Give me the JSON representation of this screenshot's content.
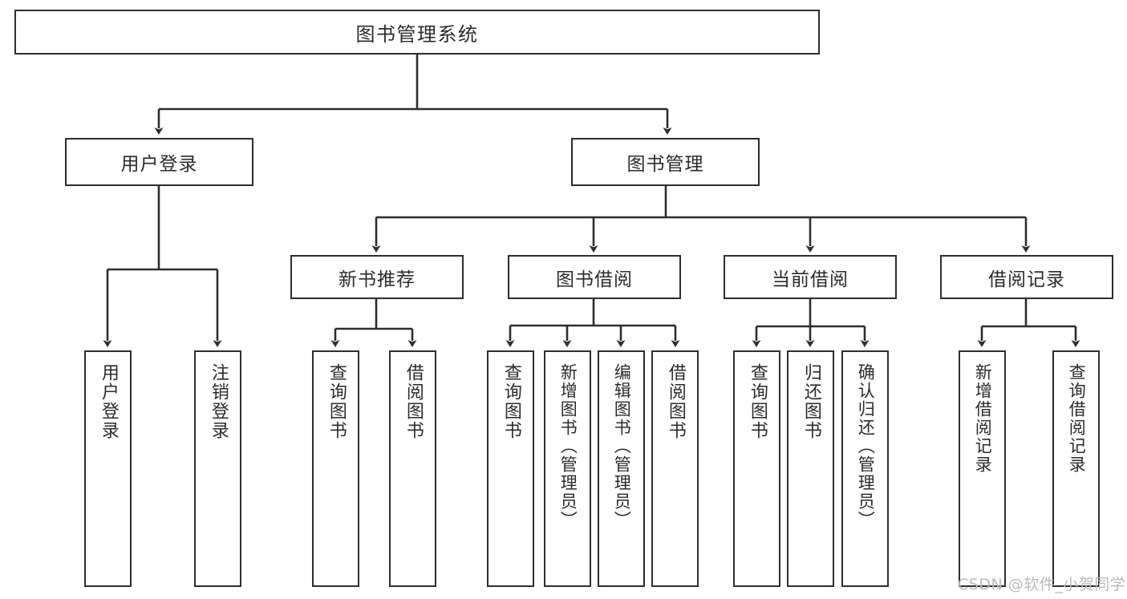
{
  "diagram": {
    "type": "tree",
    "title": "图书管理系统",
    "root": {
      "label": "图书管理系统"
    },
    "level2": [
      {
        "label": "用户登录"
      },
      {
        "label": "图书管理"
      }
    ],
    "level3": [
      {
        "label": "新书推荐"
      },
      {
        "label": "图书借阅"
      },
      {
        "label": "当前借阅"
      },
      {
        "label": "借阅记录"
      }
    ],
    "leaves": {
      "user_login": [
        {
          "label": "用户登录"
        },
        {
          "label": "注销登录"
        }
      ],
      "new_book_recommend": [
        {
          "label": "查询图书"
        },
        {
          "label": "借阅图书"
        }
      ],
      "book_borrow": [
        {
          "label": "查询图书"
        },
        {
          "label": "新增图书（管理员）"
        },
        {
          "label": "编辑图书（管理员）"
        },
        {
          "label": "借阅图书"
        }
      ],
      "current_borrow": [
        {
          "label": "查询图书"
        },
        {
          "label": "归还图书"
        },
        {
          "label": "确认归还（管理员）"
        }
      ],
      "borrow_record": [
        {
          "label": "新增借阅记录"
        },
        {
          "label": "查询借阅记录"
        }
      ]
    },
    "watermark": "CSDN @软件_小贺同学",
    "colors": {
      "stroke": "#2e2e2e",
      "background": "#ffffff",
      "text": "#2b2b2b",
      "watermark": "#b9b9b9"
    }
  }
}
